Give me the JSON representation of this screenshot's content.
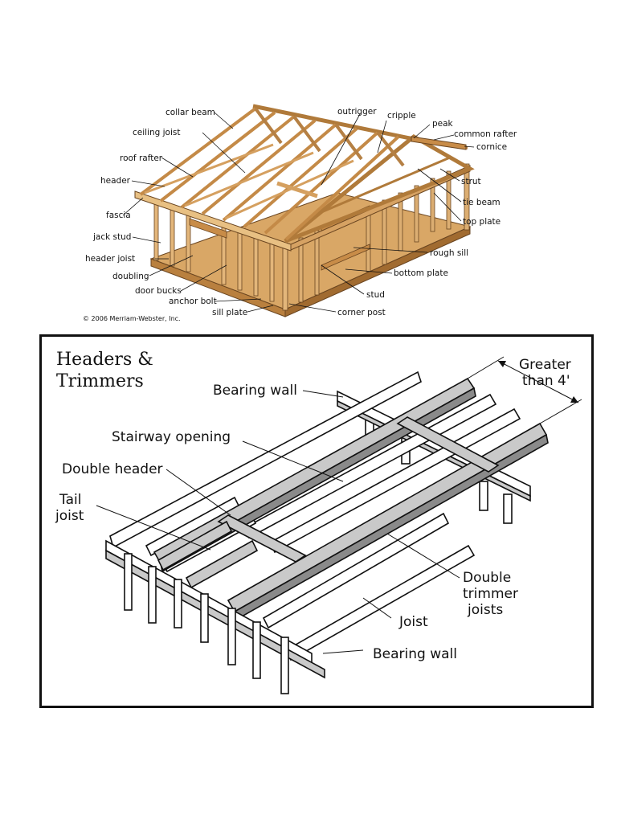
{
  "framing": {
    "copyright": "© 2006 Merriam-Webster, Inc.",
    "labels": {
      "collar_beam": "collar beam",
      "ceiling_joist": "ceiling joist",
      "roof_rafter": "roof rafter",
      "header": "header",
      "fascia": "fascia",
      "jack_stud": "jack stud",
      "header_joist": "header joist",
      "doubling": "doubling",
      "door_bucks": "door bucks",
      "anchor_bolt": "anchor bolt",
      "sill_plate": "sill plate",
      "outrigger": "outrigger",
      "cripple": "cripple",
      "peak": "peak",
      "common_rafter": "common rafter",
      "cornice": "cornice",
      "strut": "strut",
      "tie_beam": "tie beam",
      "top_plate": "top plate",
      "rough_sill": "rough sill",
      "bottom_plate": "bottom plate",
      "stud": "stud",
      "corner_post": "corner post"
    }
  },
  "headers": {
    "title_line1": "Headers &",
    "title_line2": "Trimmers",
    "labels": {
      "bearing_wall_top": "Bearing wall",
      "greater_line1": "Greater",
      "greater_line2": "than 4'",
      "stairway_opening": "Stairway opening",
      "double_header": "Double header",
      "tail_line1": "Tail",
      "tail_line2": "joist",
      "double_line1": "Double",
      "double_line2": "trimmer",
      "double_line3": "joists",
      "joist": "Joist",
      "bearing_wall_bottom": "Bearing wall"
    }
  }
}
